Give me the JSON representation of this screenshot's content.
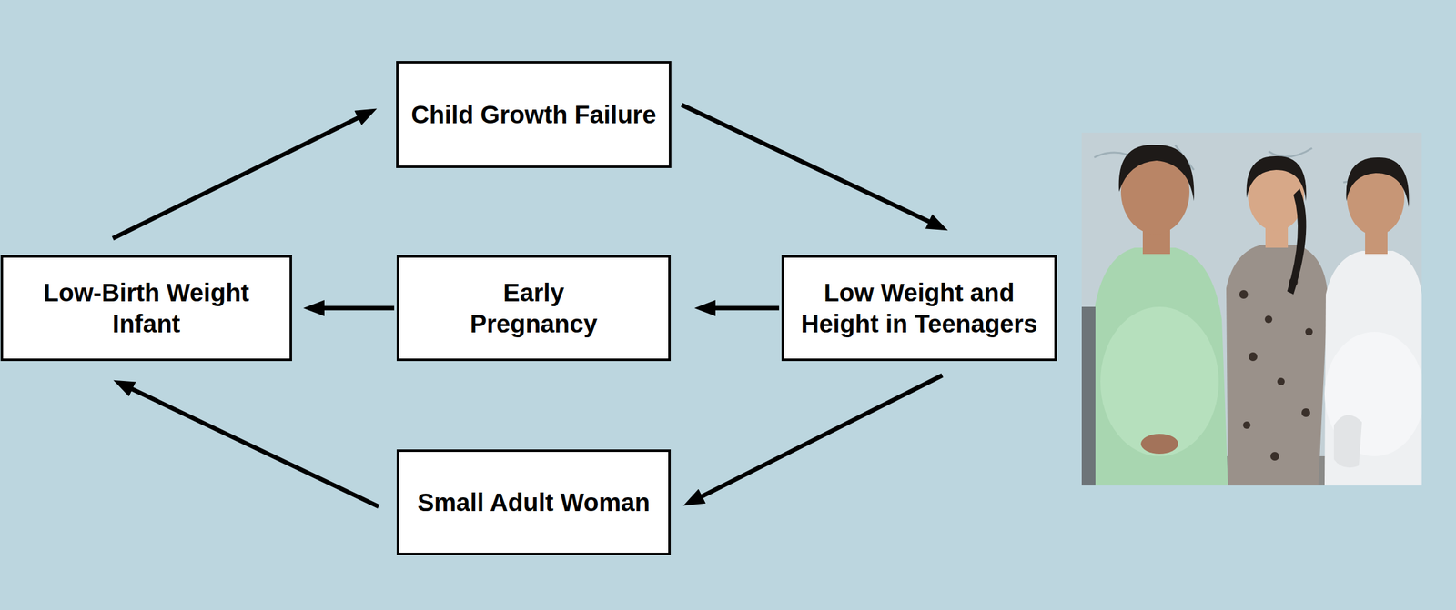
{
  "diagram": {
    "nodes": [
      {
        "text": [
          "Child Growth Failure"
        ]
      },
      {
        "text": [
          "Low-Birth Weight Infant"
        ]
      },
      {
        "text": [
          "Early Pregnancy"
        ]
      },
      {
        "text": [
          "Low Weight and Height in Teenagers"
        ]
      },
      {
        "text": [
          "Small Adult Woman"
        ]
      }
    ],
    "edges": [
      {
        "from": 1,
        "to": 0,
        "arrow": "to"
      },
      {
        "from": 0,
        "to": 3,
        "arrow": "to"
      },
      {
        "from": 3,
        "to": 2,
        "arrow": "to"
      },
      {
        "from": 2,
        "to": 1,
        "arrow": "to"
      },
      {
        "from": 3,
        "to": 4,
        "arrow": "to"
      },
      {
        "from": 4,
        "to": 1,
        "arrow": "to"
      }
    ]
  }
}
